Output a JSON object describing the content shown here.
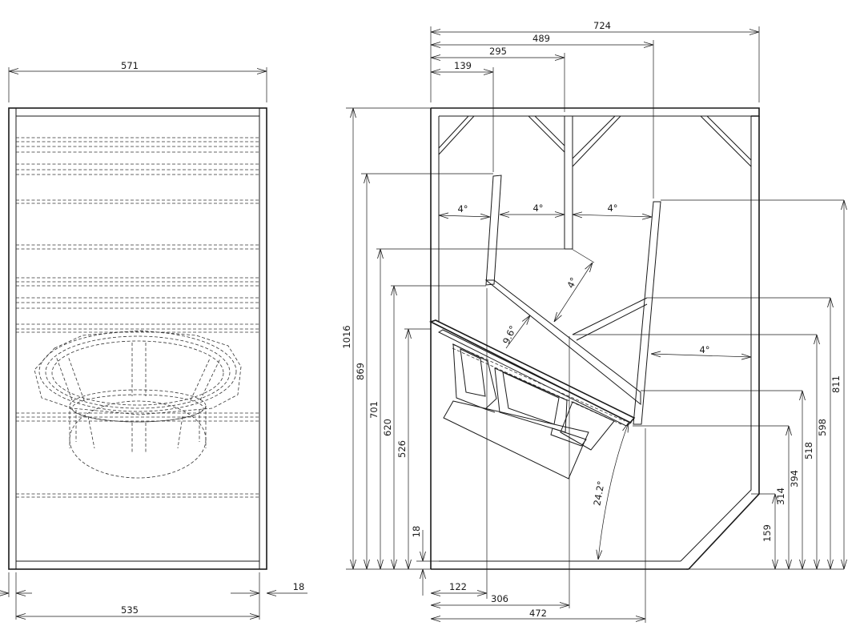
{
  "front_view": {
    "dims": {
      "overall_width": "571",
      "inner_width": "535",
      "panel_thickness": "18"
    }
  },
  "side_view": {
    "top_dims": [
      "724",
      "489",
      "295",
      "139"
    ],
    "bottom_dims": [
      "122",
      "306",
      "472"
    ],
    "left_heights": [
      "1016",
      "869",
      "701",
      "620",
      "526",
      "18"
    ],
    "right_heights": [
      "159",
      "314",
      "394",
      "518",
      "598",
      "811"
    ],
    "angles": {
      "a1": "4°",
      "a2": "4°",
      "a3": "4°",
      "a4": "4°",
      "a5": "4°",
      "a6": "9.6°",
      "a7": "24.2°"
    }
  }
}
